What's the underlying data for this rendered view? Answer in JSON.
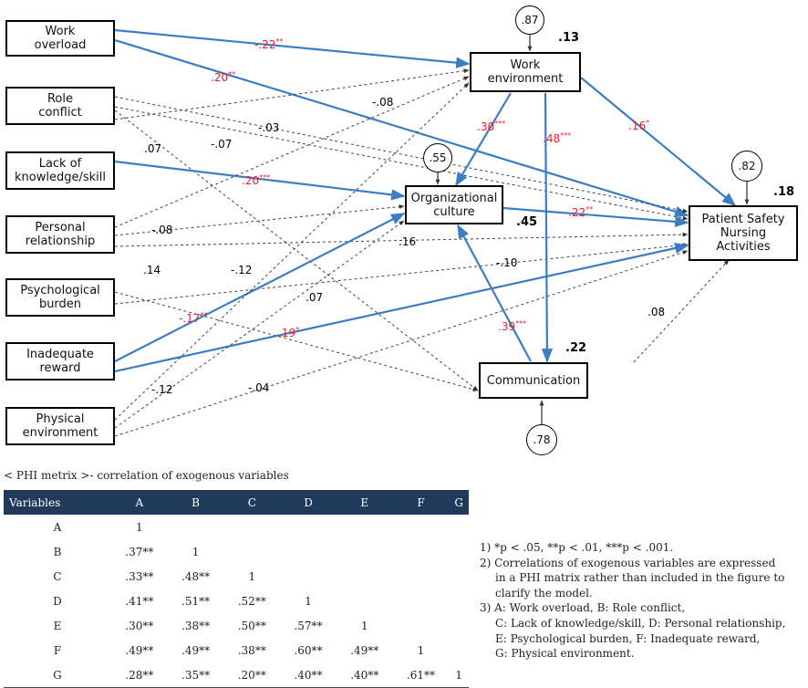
{
  "exogenous": {
    "a": [
      "Work",
      "overload"
    ],
    "b": [
      "Role",
      "conflict"
    ],
    "c": [
      "Lack of",
      "knowledge/skill"
    ],
    "d": [
      "Personal",
      "relationship"
    ],
    "e": [
      "Psychological",
      "burden"
    ],
    "f": [
      "Inadequate",
      "reward"
    ],
    "g": [
      "Physical",
      "environment"
    ]
  },
  "endogenous": {
    "work_env": {
      "label": [
        "Work",
        "environment"
      ],
      "r2": ".13",
      "error": ".87"
    },
    "org_culture": {
      "label": [
        "Organizational",
        "culture"
      ],
      "r2": ".45",
      "error": ".55"
    },
    "communication": {
      "label": [
        "Communication"
      ],
      "r2": ".22",
      "error": ".78"
    },
    "psna": {
      "label": [
        "Patient Safety",
        "Nursing",
        "Activities"
      ],
      "r2": ".18",
      "error": ".82"
    }
  },
  "paths": [
    {
      "id": "a_we",
      "value": "-.22",
      "stars": "**",
      "significant": true
    },
    {
      "id": "a_psna",
      "value": ".20",
      "stars": "**",
      "significant": true
    },
    {
      "id": "b_we",
      "value": "-.08",
      "stars": "",
      "significant": false
    },
    {
      "id": "b_psna",
      "value": "-.03",
      "stars": "",
      "significant": false
    },
    {
      "id": "b_comm",
      "value": ".07",
      "stars": "",
      "significant": false
    },
    {
      "id": "c_psna",
      "value": "-.07",
      "stars": "",
      "significant": false
    },
    {
      "id": "c_oc",
      "value": ".20",
      "stars": "***",
      "significant": true
    },
    {
      "id": "d_we",
      "value": ".14",
      "stars": "",
      "significant": false
    },
    {
      "id": "d_oc",
      "value": "-.08",
      "stars": "",
      "significant": false
    },
    {
      "id": "d_psna",
      "value": ".16",
      "stars": "",
      "significant": false
    },
    {
      "id": "e_comm",
      "value": ".07",
      "stars": "",
      "significant": false
    },
    {
      "id": "e_psna",
      "value": "-.10",
      "stars": "",
      "significant": false
    },
    {
      "id": "f_oc",
      "value": "-.17",
      "stars": "**",
      "significant": true
    },
    {
      "id": "f_psna",
      "value": ".19",
      "stars": "*",
      "significant": true
    },
    {
      "id": "g_we",
      "value": "-.12",
      "stars": "",
      "significant": false
    },
    {
      "id": "g_oc",
      "value": "-.12",
      "stars": "",
      "significant": false
    },
    {
      "id": "g_psna",
      "value": "-.04",
      "stars": "",
      "significant": false
    },
    {
      "id": "we_oc",
      "value": ".30",
      "stars": "***",
      "significant": true
    },
    {
      "id": "we_comm",
      "value": ".48",
      "stars": "***",
      "significant": true
    },
    {
      "id": "we_psna",
      "value": ".16",
      "stars": "*",
      "significant": true
    },
    {
      "id": "oc_psna",
      "value": ".22",
      "stars": "**",
      "significant": true
    },
    {
      "id": "comm_oc",
      "value": ".39",
      "stars": "***",
      "significant": true
    },
    {
      "id": "comm_psna",
      "value": ".08",
      "stars": "",
      "significant": false
    }
  ],
  "phi": {
    "title": "< PHI metrix >- correlation of exogenous variables",
    "headers": [
      "Variables",
      "A",
      "B",
      "C",
      "D",
      "E",
      "F",
      "G"
    ],
    "rows": [
      [
        "A",
        "1",
        "",
        "",
        "",
        "",
        "",
        ""
      ],
      [
        "B",
        ".37**",
        "1",
        "",
        "",
        "",
        "",
        ""
      ],
      [
        "C",
        ".33**",
        ".48**",
        "1",
        "",
        "",
        "",
        ""
      ],
      [
        "D",
        ".41**",
        ".51**",
        ".52**",
        "1",
        "",
        "",
        ""
      ],
      [
        "E",
        ".30**",
        ".38**",
        ".50**",
        ".57**",
        "1",
        "",
        ""
      ],
      [
        "F",
        ".49**",
        ".49**",
        ".38**",
        ".60**",
        ".49**",
        "1",
        ""
      ],
      [
        "G",
        ".28**",
        ".35**",
        ".20**",
        ".40**",
        ".40**",
        ".61**",
        "1"
      ]
    ]
  },
  "notes": [
    {
      "text": "1) *p < .05, **p < .01, ***p < .001.",
      "indent": false
    },
    {
      "text": "2) Correlations of exogenous variables are expressed",
      "indent": false
    },
    {
      "text": "in a PHI matrix rather than included in the figure to",
      "indent": true
    },
    {
      "text": "clarify the model.",
      "indent": true
    },
    {
      "text": "3) A: Work overload, B: Role conflict,",
      "indent": false
    },
    {
      "text": "C: Lack of knowledge/skill, D: Personal relationship,",
      "indent": true
    },
    {
      "text": "E: Psychological burden, F: Inadequate reward,",
      "indent": true
    },
    {
      "text": "G: Physical environment.",
      "indent": true
    }
  ],
  "colors": {
    "significant_path": "#3b7dc4",
    "nonsignificant_path": "#444444",
    "significant_label": "#e5202a",
    "table_header": "#1f3a5a"
  }
}
